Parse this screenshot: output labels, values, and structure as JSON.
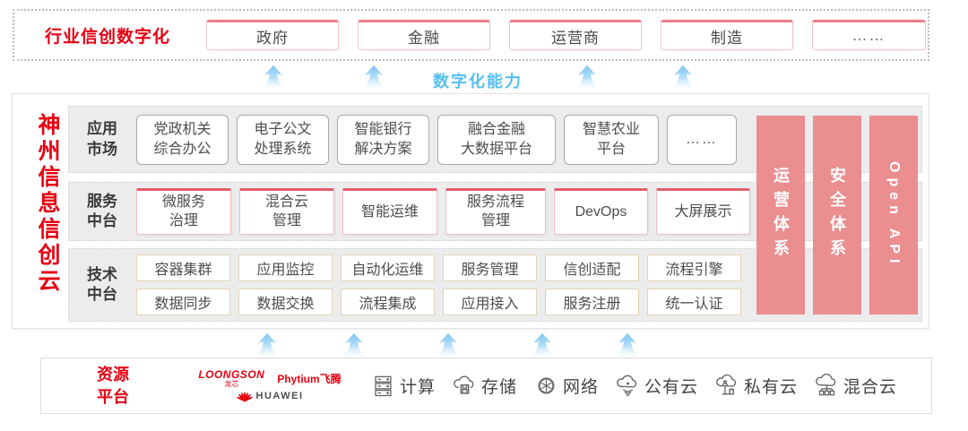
{
  "colors": {
    "brand_red": "#e60012",
    "bar_pink": "#ea8e90",
    "capability_blue": "#56bff0"
  },
  "top_band": {
    "title": "行业信创数字化",
    "industries": [
      "政府",
      "金融",
      "运营商",
      "制造",
      "……"
    ]
  },
  "capability_label": "数字化能力",
  "platform": {
    "vertical_title": "神州信息信创云",
    "app_market": {
      "label": "应用\n市场",
      "items": [
        "党政机关\n综合办公",
        "电子公文\n处理系统",
        "智能银行\n解决方案",
        "融合金融\n大数据平台",
        "智慧农业\n平台",
        "……"
      ]
    },
    "service_platform": {
      "label": "服务\n中台",
      "items": [
        "微服务\n治理",
        "混合云\n管理",
        "智能运维",
        "服务流程\n管理",
        "DevOps",
        "大屏展示"
      ]
    },
    "tech_platform": {
      "label": "技术\n中台",
      "row1": [
        "容器集群",
        "应用监控",
        "自动化运维",
        "服务管理",
        "信创适配",
        "流程引擎"
      ],
      "row2": [
        "数据同步",
        "数据交换",
        "流程集成",
        "应用接入",
        "服务注册",
        "统一认证"
      ]
    },
    "side_bars": [
      "运营体系",
      "安全体系",
      "Open API"
    ]
  },
  "resource_band": {
    "title": "资源\n平台",
    "vendors": {
      "loongson": "LOONGSON",
      "loongson_cn": "龙芯",
      "phytium": "Phytium飞腾",
      "huawei": "HUAWEI"
    },
    "resources": [
      {
        "icon": "compute-icon",
        "label": "计算"
      },
      {
        "icon": "storage-icon",
        "label": "存储"
      },
      {
        "icon": "network-icon",
        "label": "网络"
      },
      {
        "icon": "public-cloud-icon",
        "label": "公有云"
      },
      {
        "icon": "private-cloud-icon",
        "label": "私有云"
      },
      {
        "icon": "hybrid-cloud-icon",
        "label": "混合云"
      }
    ]
  }
}
